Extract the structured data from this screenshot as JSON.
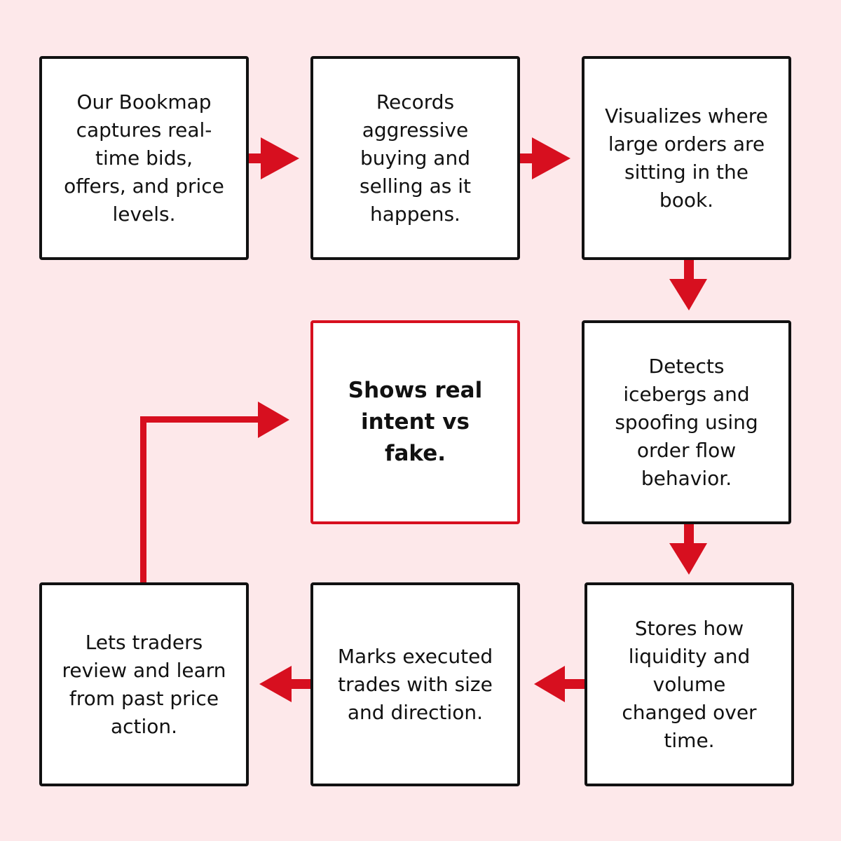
{
  "colors": {
    "background": "#fde8ea",
    "accent": "#d70f1f",
    "box_border": "#111111",
    "box_fill": "#ffffff"
  },
  "steps": [
    {
      "text": "Our Bookmap\ncaptures real-\ntime bids,\noffers, and price\nlevels."
    },
    {
      "text": "Records\naggressive\nbuying and\nselling as it\nhappens."
    },
    {
      "text": "Visualizes where\nlarge orders are\nsitting in the\nbook."
    },
    {
      "text": "Detects\nicebergs and\nspoofing using\norder flow\nbehavior."
    },
    {
      "text": "Shows real\nintent vs fake."
    },
    {
      "text": "Stores how\nliquidity and\nvolume\nchanged over\ntime."
    },
    {
      "text": "Marks executed\ntrades with size\nand direction."
    },
    {
      "text": "Lets traders\nreview and learn\nfrom past price\naction."
    }
  ]
}
